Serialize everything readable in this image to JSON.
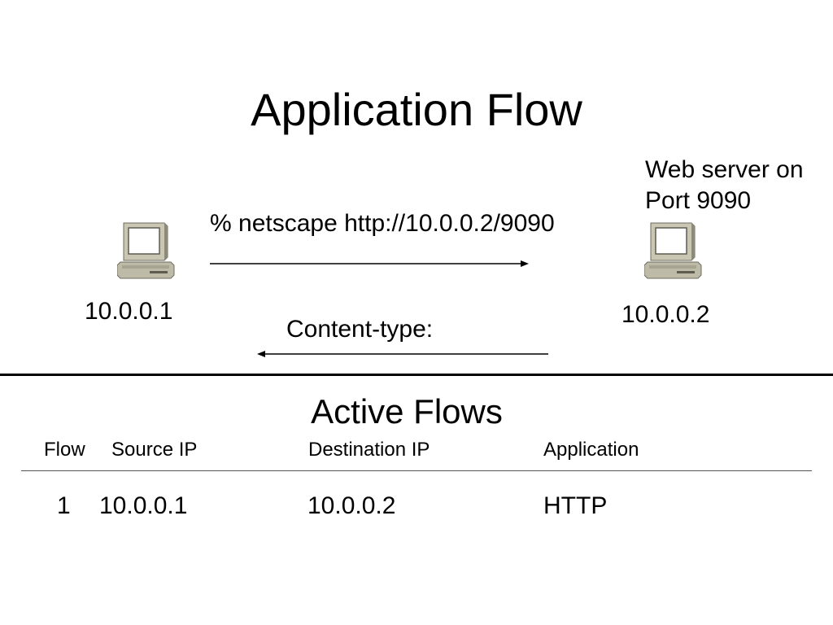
{
  "title": "Application Flow",
  "server_note": "Web server on Port 9090",
  "request": {
    "command": "% netscape http://10.0.0.2/9090"
  },
  "response": {
    "label": "Content-type:"
  },
  "hosts": {
    "client": {
      "ip": "10.0.0.1",
      "icon": "computer-icon"
    },
    "server": {
      "ip": "10.0.0.2",
      "icon": "computer-icon"
    }
  },
  "active_flows": {
    "title": "Active Flows",
    "columns": [
      "Flow",
      "Source IP",
      "Destination IP",
      "Application"
    ],
    "rows": [
      [
        "1",
        "10.0.0.1",
        "10.0.0.2",
        "HTTP"
      ]
    ]
  }
}
